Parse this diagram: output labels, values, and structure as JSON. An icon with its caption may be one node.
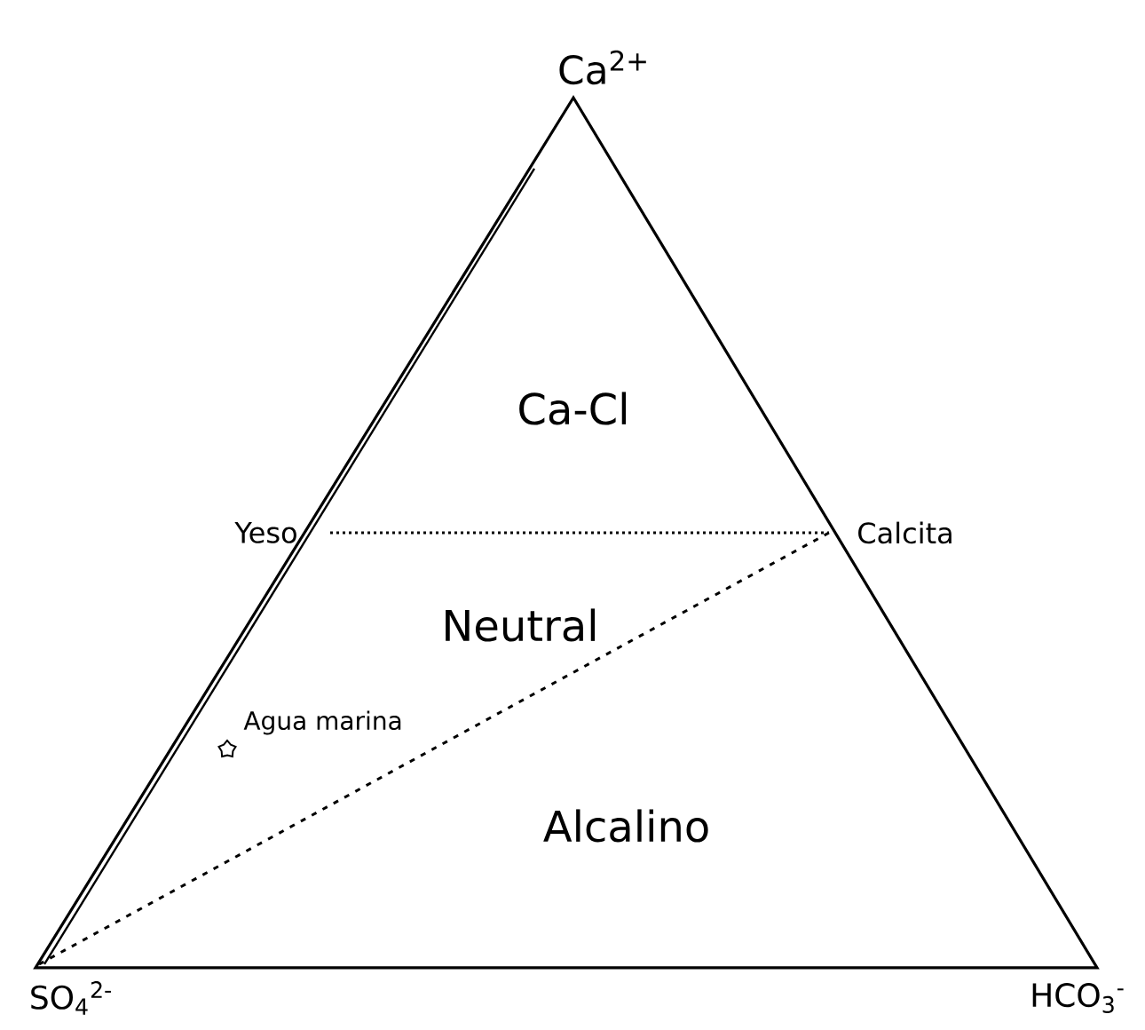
{
  "diagram": {
    "labels": [
      "Ca$^{2+}$",
      "Ca-Cl",
      "Yeso",
      "Calcita",
      "Neutral",
      "Agua marina",
      "Alcalino",
      "SO$_{4}$$^{2-}$",
      "HCO$_{3}$$^{-}$"
    ]
  }
}
